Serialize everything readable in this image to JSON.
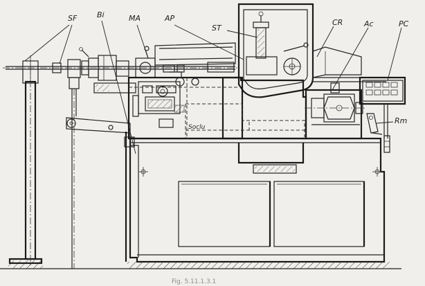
{
  "labels": {
    "sf": "SF",
    "bi": "Bi",
    "ma": "MA",
    "ap": "AP",
    "st": "ST",
    "cr": "CR",
    "ac": "Ac",
    "pc": "PC",
    "soclu": "Soclu",
    "rm": "Rm"
  },
  "caption": "Fig. 5.11.1.3.1"
}
